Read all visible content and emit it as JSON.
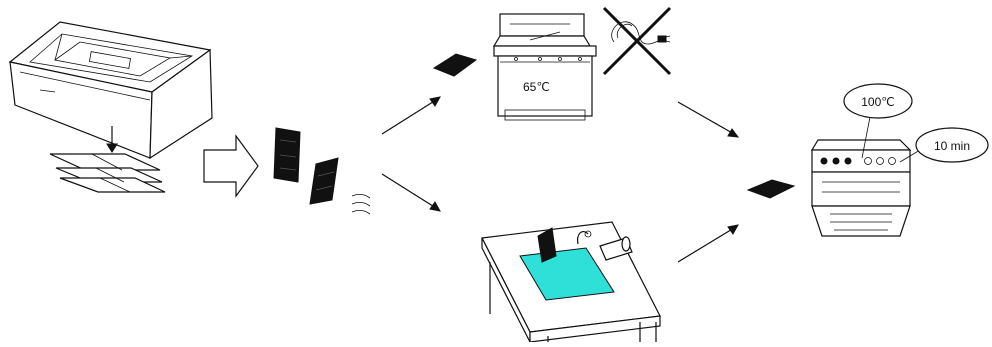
{
  "labels": {
    "dishwasher_temp": "65℃",
    "oven_temp": "100℃",
    "oven_time": "10 min"
  },
  "colors": {
    "ink": "#111111",
    "sink_water": "#2fe0d8",
    "background": "#ffffff"
  },
  "icons": {
    "no_plug": "crossed-out-power-plug"
  }
}
